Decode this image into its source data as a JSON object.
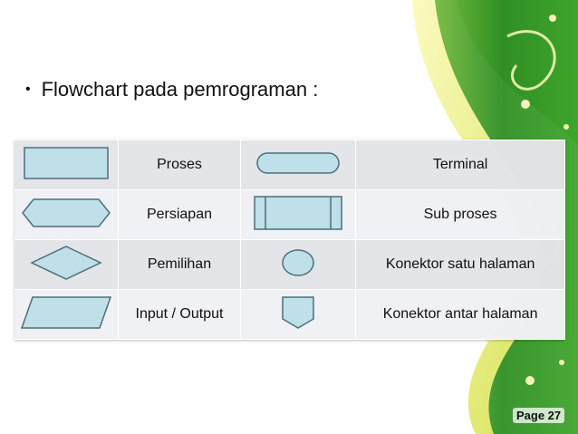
{
  "slide": {
    "bullet": "•",
    "title": "Flowchart pada pemrograman :",
    "page_label": "Page 27"
  },
  "colors": {
    "shape_fill": "#bfe0e8",
    "shape_stroke": "#4d6e7a",
    "decor_green": "#3c9a2a",
    "decor_yellow": "#e8e94c"
  },
  "symbols": [
    {
      "left_shape": "rectangle-icon",
      "left_label": "Proses",
      "right_shape": "terminal-icon",
      "right_label": "Terminal"
    },
    {
      "left_shape": "hexagon-icon",
      "left_label": "Persiapan",
      "right_shape": "subprocess-icon",
      "right_label": "Sub proses"
    },
    {
      "left_shape": "diamond-icon",
      "left_label": "Pemilihan",
      "right_shape": "circle-icon",
      "right_label": "Konektor satu halaman"
    },
    {
      "left_shape": "parallelogram-icon",
      "left_label": "Input / Output",
      "right_shape": "offpage-connector-icon",
      "right_label": "Konektor antar halaman"
    }
  ]
}
